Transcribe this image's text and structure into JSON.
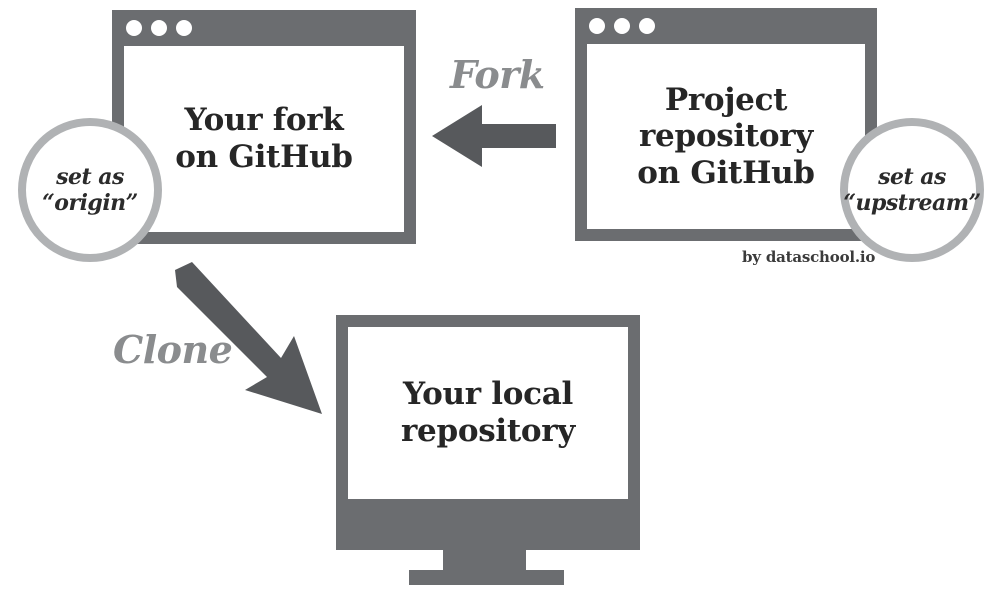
{
  "diagram": {
    "title": "GitHub fork and clone workflow",
    "colors": {
      "frame_gray": "#6b6d70",
      "badge_ring_gray": "#b0b2b4",
      "label_gray": "#8a8c8e",
      "text_dark": "#262626",
      "background": "#ffffff"
    },
    "nodes": [
      {
        "id": "fork-repo",
        "kind": "browser-window",
        "lines": [
          "Your fork",
          "on GitHub"
        ],
        "text": "Your fork\non GitHub"
      },
      {
        "id": "project-repo",
        "kind": "browser-window",
        "lines": [
          "Project",
          "repository",
          "on GitHub"
        ],
        "text": "Project\nrepository\non GitHub"
      },
      {
        "id": "local-repo",
        "kind": "monitor",
        "lines": [
          "Your local",
          "repository"
        ],
        "text": "Your local\nrepository"
      }
    ],
    "badges": [
      {
        "id": "origin",
        "lines": [
          "set as",
          "“origin”"
        ],
        "text": "set as\n“origin”",
        "attached_to": "fork-repo"
      },
      {
        "id": "upstream",
        "lines": [
          "set as",
          "“upstream”"
        ],
        "text": "set as\n“upstream”",
        "attached_to": "project-repo"
      }
    ],
    "edges": [
      {
        "id": "fork",
        "label": "Fork",
        "from": "project-repo",
        "to": "fork-repo",
        "direction": "left"
      },
      {
        "id": "clone",
        "label": "Clone",
        "from": "fork-repo",
        "to": "local-repo",
        "direction": "down-right"
      }
    ],
    "attribution": "by dataschool.io",
    "window_dots": [
      "dot-1",
      "dot-2",
      "dot-3"
    ]
  }
}
